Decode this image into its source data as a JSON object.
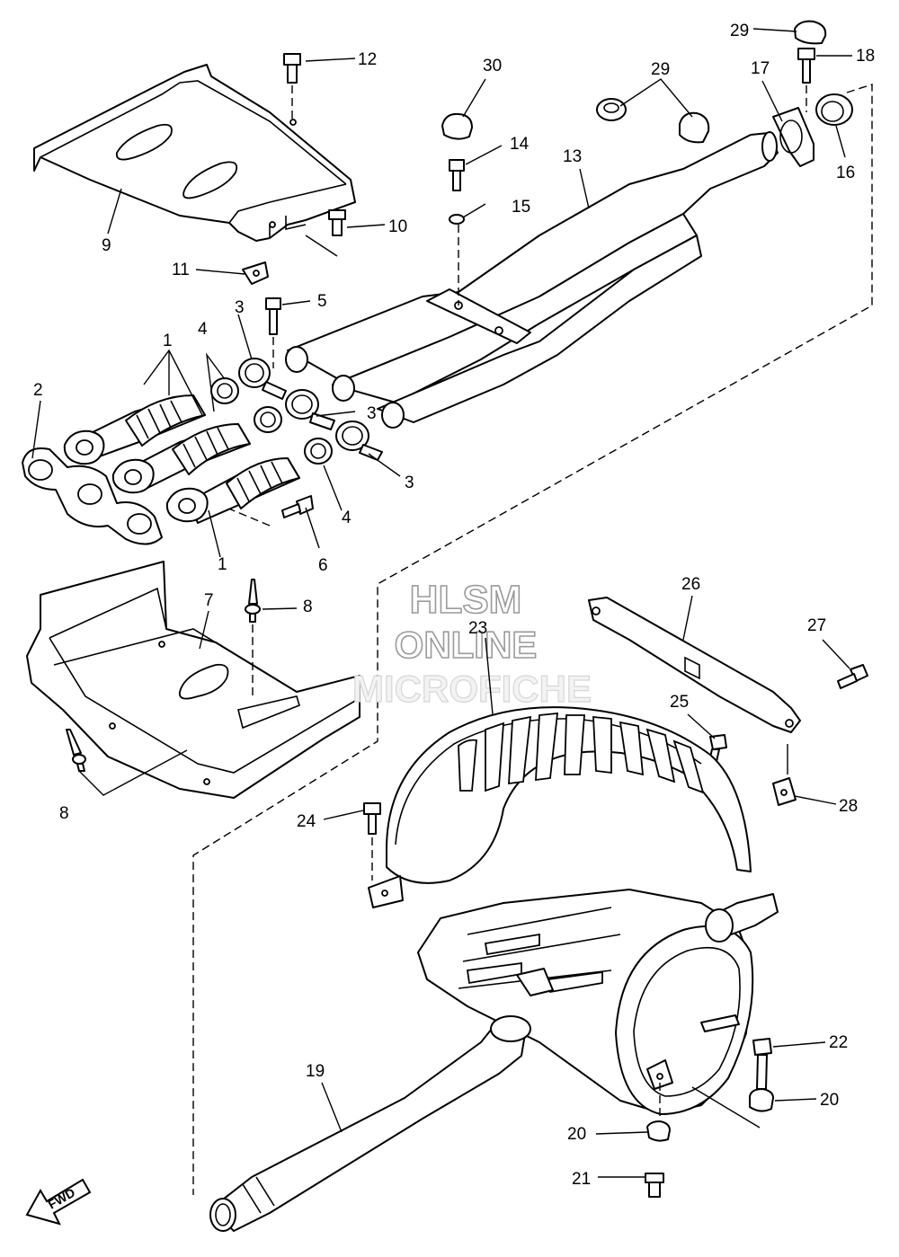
{
  "watermark": {
    "line1": "HLSM",
    "line2": "ONLINE",
    "line3": "MICROFICHE"
  },
  "direction_arrow": "FWD",
  "callouts": [
    {
      "id": "c1a",
      "text": "1"
    },
    {
      "id": "c1b",
      "text": "1"
    },
    {
      "id": "c2",
      "text": "2"
    },
    {
      "id": "c3a",
      "text": "3"
    },
    {
      "id": "c3b",
      "text": "3"
    },
    {
      "id": "c3c",
      "text": "3"
    },
    {
      "id": "c4a",
      "text": "4"
    },
    {
      "id": "c4b",
      "text": "4"
    },
    {
      "id": "c5",
      "text": "5"
    },
    {
      "id": "c6",
      "text": "6"
    },
    {
      "id": "c7",
      "text": "7"
    },
    {
      "id": "c8a",
      "text": "8"
    },
    {
      "id": "c8b",
      "text": "8"
    },
    {
      "id": "c9",
      "text": "9"
    },
    {
      "id": "c10",
      "text": "10"
    },
    {
      "id": "c11",
      "text": "11"
    },
    {
      "id": "c12",
      "text": "12"
    },
    {
      "id": "c13",
      "text": "13"
    },
    {
      "id": "c14",
      "text": "14"
    },
    {
      "id": "c15",
      "text": "15"
    },
    {
      "id": "c16",
      "text": "16"
    },
    {
      "id": "c17",
      "text": "17"
    },
    {
      "id": "c18",
      "text": "18"
    },
    {
      "id": "c19",
      "text": "19"
    },
    {
      "id": "c20a",
      "text": "20"
    },
    {
      "id": "c20b",
      "text": "20"
    },
    {
      "id": "c21",
      "text": "21"
    },
    {
      "id": "c22",
      "text": "22"
    },
    {
      "id": "c23",
      "text": "23"
    },
    {
      "id": "c24",
      "text": "24"
    },
    {
      "id": "c25",
      "text": "25"
    },
    {
      "id": "c26",
      "text": "26"
    },
    {
      "id": "c27",
      "text": "27"
    },
    {
      "id": "c28",
      "text": "28"
    },
    {
      "id": "c29a",
      "text": "29"
    },
    {
      "id": "c29b",
      "text": "29"
    },
    {
      "id": "c30",
      "text": "30"
    }
  ]
}
